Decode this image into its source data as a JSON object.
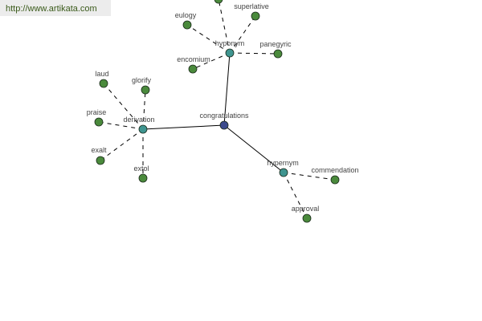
{
  "watermark": "http://www.artikata.com",
  "colors": {
    "root": "#3b4a8c",
    "relation": "#3f9590",
    "word": "#4a8a3c",
    "edge": "#000000"
  },
  "graph": {
    "root": {
      "id": "congratulations",
      "label": "congratulations"
    },
    "relations": [
      {
        "id": "hyponym",
        "label": "hyponym"
      },
      {
        "id": "derivation",
        "label": "derivation"
      },
      {
        "id": "hypernym",
        "label": "hypernym"
      }
    ],
    "words": [
      {
        "id": "top",
        "label": "",
        "parent": "hyponym"
      },
      {
        "id": "superlative",
        "label": "superlative",
        "parent": "hyponym"
      },
      {
        "id": "eulogy",
        "label": "eulogy",
        "parent": "hyponym"
      },
      {
        "id": "panegyric",
        "label": "panegyric",
        "parent": "hyponym"
      },
      {
        "id": "encomium",
        "label": "encomium",
        "parent": "hyponym"
      },
      {
        "id": "laud",
        "label": "laud",
        "parent": "derivation"
      },
      {
        "id": "glorify",
        "label": "glorify",
        "parent": "derivation"
      },
      {
        "id": "praise",
        "label": "praise",
        "parent": "derivation"
      },
      {
        "id": "exalt",
        "label": "exalt",
        "parent": "derivation"
      },
      {
        "id": "extol",
        "label": "extol",
        "parent": "derivation"
      },
      {
        "id": "commendation",
        "label": "commendation",
        "parent": "hypernym"
      },
      {
        "id": "approval",
        "label": "approval",
        "parent": "hypernym"
      }
    ]
  }
}
